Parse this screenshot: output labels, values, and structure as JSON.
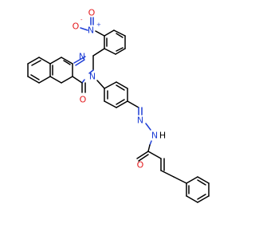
{
  "molecule": {
    "atoms": {
      "nitro_n": "N",
      "nitro_n_charge": "+",
      "nitro_o1": "O",
      "nitro_o1_charge": "-",
      "nitro_o2": "O",
      "quinazoline_n1": "N",
      "quinazoline_n3": "N",
      "carbonyl_o": "O",
      "imine_n": "N",
      "amide_n": "N",
      "amide_h": "H",
      "amide_o": "O"
    },
    "colors": {
      "nitrogen": "#1f3fd6",
      "oxygen": "#e3191c",
      "carbon": "#000000"
    }
  }
}
